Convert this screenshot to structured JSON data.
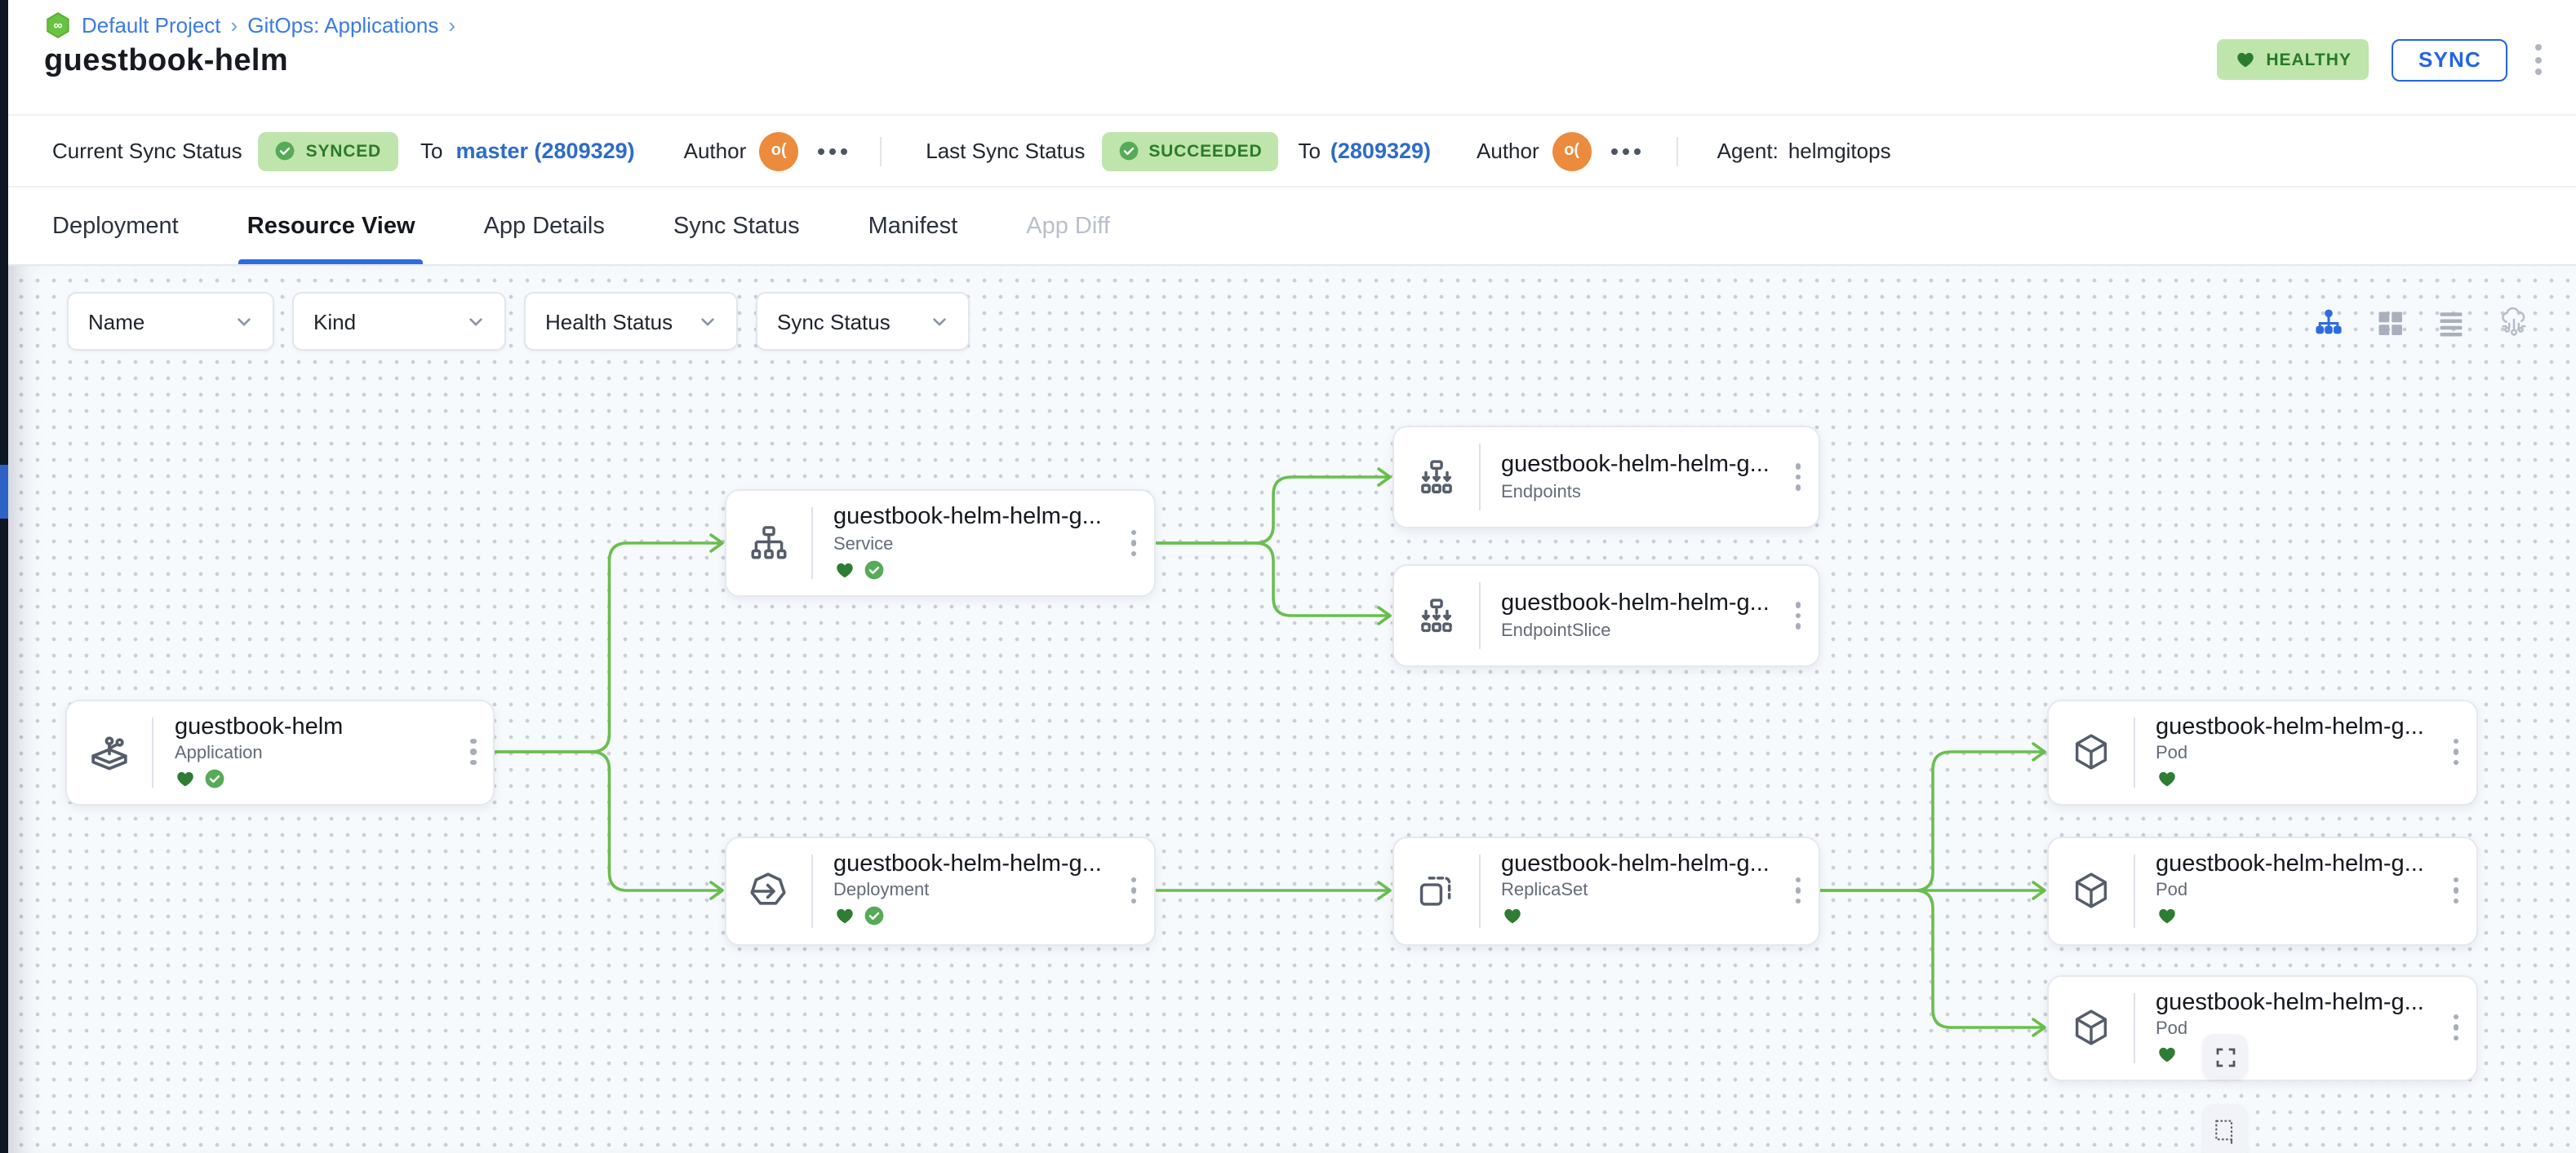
{
  "breadcrumb": {
    "logo_glyph": "∞",
    "project": "Default Project",
    "separator": "›",
    "section": "GitOps: Applications"
  },
  "page_title": "guestbook-helm",
  "header": {
    "health_badge": {
      "icon": "heart-icon",
      "label": "HEALTHY"
    },
    "sync_button": "SYNC"
  },
  "status_bar": {
    "current_label": "Current Sync Status",
    "current_badge": "SYNCED",
    "current_to_label": "To",
    "current_revision": "master (2809329)",
    "current_author_label": "Author",
    "current_author_initials": "o(",
    "last_label": "Last Sync Status",
    "last_badge": "SUCCEEDED",
    "last_to_label": "To",
    "last_revision": "(2809329)",
    "last_author_label": "Author",
    "last_author_initials": "o(",
    "agent_label": "Agent:",
    "agent_value": "helmgitops"
  },
  "tabs": [
    {
      "label": "Deployment",
      "state": "default"
    },
    {
      "label": "Resource View",
      "state": "active"
    },
    {
      "label": "App Details",
      "state": "default"
    },
    {
      "label": "Sync Status",
      "state": "default"
    },
    {
      "label": "Manifest",
      "state": "default"
    },
    {
      "label": "App Diff",
      "state": "disabled"
    }
  ],
  "filters": [
    {
      "label": "Name"
    },
    {
      "label": "Kind"
    },
    {
      "label": "Health Status"
    },
    {
      "label": "Sync Status"
    }
  ],
  "view_modes": [
    {
      "icon": "tree-view-icon",
      "active": true
    },
    {
      "icon": "grid-view-icon",
      "active": false
    },
    {
      "icon": "list-view-icon",
      "active": false
    },
    {
      "icon": "network-view-icon",
      "active": false
    }
  ],
  "graph": {
    "edge_color": "#69bf4e",
    "nodes": [
      {
        "id": "app",
        "title": "guestbook-helm",
        "kind": "Application",
        "icon": "application-icon",
        "health": "healthy",
        "sync": "synced"
      },
      {
        "id": "service",
        "title": "guestbook-helm-helm-g...",
        "kind": "Service",
        "icon": "service-icon",
        "health": "healthy",
        "sync": "synced"
      },
      {
        "id": "endpoints",
        "title": "guestbook-helm-helm-g...",
        "kind": "Endpoints",
        "icon": "endpoints-icon"
      },
      {
        "id": "endpointslice",
        "title": "guestbook-helm-helm-g...",
        "kind": "EndpointSlice",
        "icon": "endpointslice-icon"
      },
      {
        "id": "deployment",
        "title": "guestbook-helm-helm-g...",
        "kind": "Deployment",
        "icon": "deployment-icon",
        "health": "healthy",
        "sync": "synced"
      },
      {
        "id": "replicaset",
        "title": "guestbook-helm-helm-g...",
        "kind": "ReplicaSet",
        "icon": "replicaset-icon",
        "health": "healthy"
      },
      {
        "id": "pod1",
        "title": "guestbook-helm-helm-g...",
        "kind": "Pod",
        "icon": "pod-icon",
        "health": "healthy"
      },
      {
        "id": "pod2",
        "title": "guestbook-helm-helm-g...",
        "kind": "Pod",
        "icon": "pod-icon",
        "health": "healthy"
      },
      {
        "id": "pod3",
        "title": "guestbook-helm-helm-g...",
        "kind": "Pod",
        "icon": "pod-icon",
        "health": "healthy"
      }
    ],
    "edges": [
      {
        "from": "app",
        "to": "service"
      },
      {
        "from": "app",
        "to": "deployment"
      },
      {
        "from": "service",
        "to": "endpoints"
      },
      {
        "from": "service",
        "to": "endpointslice"
      },
      {
        "from": "deployment",
        "to": "replicaset"
      },
      {
        "from": "replicaset",
        "to": "pod1"
      },
      {
        "from": "replicaset",
        "to": "pod2"
      },
      {
        "from": "replicaset",
        "to": "pod3"
      }
    ]
  },
  "colors": {
    "accent_blue": "#2d6ce0",
    "link_blue": "#3b7be4",
    "revision_blue": "#2d6cc9",
    "badge_green_bg": "#bfe5ac",
    "badge_green_text": "#2a7b2a",
    "health_green": "#2e7d32",
    "sync_green": "#55ab57",
    "avatar_orange": "#ec8b3d",
    "edge_green": "#69bf4e"
  }
}
